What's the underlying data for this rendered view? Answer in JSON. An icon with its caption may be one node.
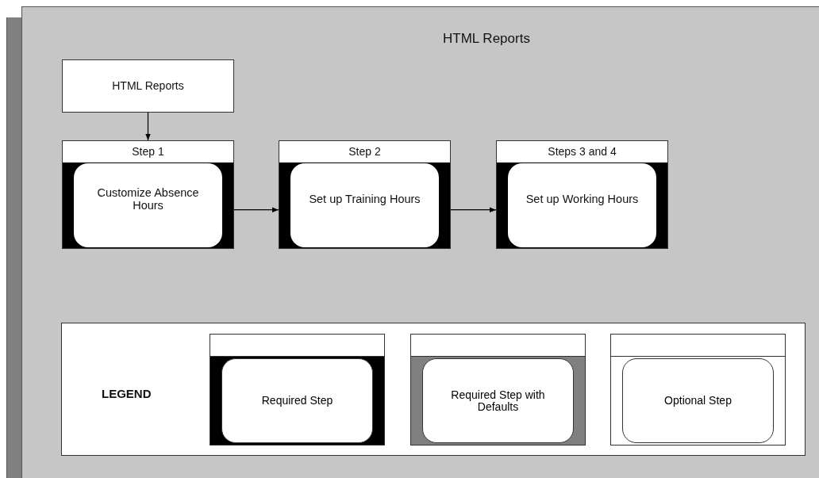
{
  "diagram": {
    "nodes": [
      {
        "text": [
          "HTML Reports"
        ]
      },
      {
        "text": [
          "HTML Reports"
        ],
        "in": 0
      },
      {
        "text": [
          "Step 1"
        ],
        "in": 0
      },
      {
        "text": [
          "Customize Absence Hours"
        ],
        "in": 2
      },
      {
        "text": [
          "Step 2"
        ],
        "in": 0
      },
      {
        "text": [
          "Set up Training Hours"
        ],
        "in": 4
      },
      {
        "text": [
          "Steps 3 and 4"
        ],
        "in": 0
      },
      {
        "text": [
          "Set up Working Hours"
        ],
        "in": 6
      },
      {
        "text": [
          "LEGEND"
        ],
        "in": 0
      }
    ],
    "edges": [
      {
        "from": 1,
        "to": 2,
        "arrow": "to"
      },
      {
        "from": 2,
        "to": 4,
        "arrow": "to"
      },
      {
        "from": 4,
        "to": 6,
        "arrow": "to"
      }
    ],
    "legend": [
      {
        "text": "Required Step",
        "color": "#000000"
      },
      {
        "text": "Required Step with Defaults",
        "color": "#808080"
      },
      {
        "text": "Optional Step",
        "color": "#ffffff"
      }
    ]
  }
}
